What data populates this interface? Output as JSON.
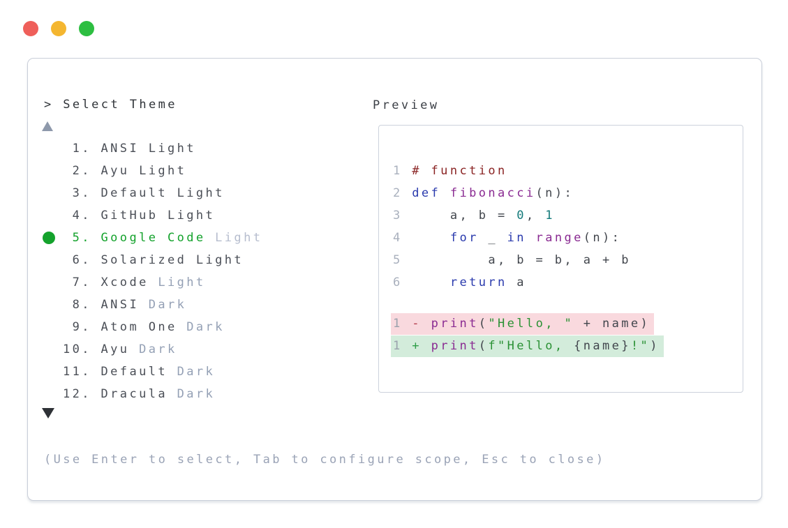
{
  "window": {
    "traffic_lights": [
      {
        "icon": "close-icon",
        "color": "#ef5f5a"
      },
      {
        "icon": "minimize-icon",
        "color": "#f4b630"
      },
      {
        "icon": "maximize-icon",
        "color": "#2dbe41"
      }
    ]
  },
  "theme_picker": {
    "prompt": "> Select Theme",
    "scroll_up_indicator": "▲",
    "scroll_down_indicator": "▼",
    "selected_index": 5,
    "items": [
      {
        "text": " 1. ANSI Light",
        "muted": "",
        "selected": false
      },
      {
        "text": " 2. Ayu Light",
        "muted": "",
        "selected": false
      },
      {
        "text": " 3. Default Light",
        "muted": "",
        "selected": false
      },
      {
        "text": " 4. GitHub Light",
        "muted": "",
        "selected": false
      },
      {
        "text": " 5. Google Code",
        "muted": " Light",
        "selected": true
      },
      {
        "text": " 6. Solarized Light",
        "muted": "",
        "selected": false
      },
      {
        "text": " 7. Xcode",
        "muted": " Light",
        "selected": false
      },
      {
        "text": " 8. ANSI",
        "muted": " Dark",
        "selected": false
      },
      {
        "text": " 9. Atom One",
        "muted": " Dark",
        "selected": false
      },
      {
        "text": "10. Ayu",
        "muted": " Dark",
        "selected": false
      },
      {
        "text": "11. Default",
        "muted": " Dark",
        "selected": false
      },
      {
        "text": "12. Dracula",
        "muted": " Dark",
        "selected": false
      }
    ],
    "help_text": "(Use Enter to select, Tab to configure scope, Esc to close)"
  },
  "preview": {
    "label": "Preview",
    "code_lines": [
      {
        "segments": [
          {
            "type": "num",
            "text": "1"
          },
          {
            "type": "pl",
            "text": " "
          },
          {
            "type": "cm",
            "text": "# function"
          }
        ]
      },
      {
        "segments": [
          {
            "type": "num",
            "text": "2"
          },
          {
            "type": "pl",
            "text": " "
          },
          {
            "type": "kw",
            "text": "def"
          },
          {
            "type": "pl",
            "text": " "
          },
          {
            "type": "fn",
            "text": "fibonacci"
          },
          {
            "type": "pl",
            "text": "(n):"
          }
        ]
      },
      {
        "segments": [
          {
            "type": "num",
            "text": "3"
          },
          {
            "type": "pl",
            "text": "     a, b = "
          },
          {
            "type": "lit",
            "text": "0"
          },
          {
            "type": "pl",
            "text": ", "
          },
          {
            "type": "lit",
            "text": "1"
          }
        ]
      },
      {
        "segments": [
          {
            "type": "num",
            "text": "4"
          },
          {
            "type": "pl",
            "text": "     "
          },
          {
            "type": "kw",
            "text": "for"
          },
          {
            "type": "pl",
            "text": " _ "
          },
          {
            "type": "kw",
            "text": "in"
          },
          {
            "type": "pl",
            "text": " "
          },
          {
            "type": "fn",
            "text": "range"
          },
          {
            "type": "pl",
            "text": "(n):"
          }
        ]
      },
      {
        "segments": [
          {
            "type": "num",
            "text": "5"
          },
          {
            "type": "pl",
            "text": "         a, b = b, a + b"
          }
        ]
      },
      {
        "segments": [
          {
            "type": "num",
            "text": "6"
          },
          {
            "type": "pl",
            "text": "     "
          },
          {
            "type": "kw",
            "text": "return"
          },
          {
            "type": "pl",
            "text": " a"
          }
        ]
      },
      {
        "gap": true,
        "segments": []
      },
      {
        "bg": "removed",
        "segments": [
          {
            "type": "dnum",
            "text": "1"
          },
          {
            "type": "pl",
            "text": " "
          },
          {
            "type": "minus",
            "text": "-"
          },
          {
            "type": "pl",
            "text": " "
          },
          {
            "type": "fn",
            "text": "print"
          },
          {
            "type": "pl",
            "text": "("
          },
          {
            "type": "str",
            "text": "\"Hello, \""
          },
          {
            "type": "pl",
            "text": " + name)"
          }
        ]
      },
      {
        "bg": "added",
        "segments": [
          {
            "type": "dnum",
            "text": "1"
          },
          {
            "type": "pl",
            "text": " "
          },
          {
            "type": "plus",
            "text": "+"
          },
          {
            "type": "pl",
            "text": " "
          },
          {
            "type": "fn",
            "text": "print"
          },
          {
            "type": "pl",
            "text": "("
          },
          {
            "type": "str",
            "text": "f\"Hello, "
          },
          {
            "type": "pl",
            "text": "{name}"
          },
          {
            "type": "str",
            "text": "!\""
          },
          {
            "type": "pl",
            "text": ")"
          }
        ]
      }
    ]
  },
  "colors": {
    "selection_green": "#14a22c",
    "muted_text": "#94a0b5",
    "faint_muted_text": "#b6bdce",
    "comment": "#8a2424",
    "keyword": "#2a3aad",
    "function_name": "#8a2b92",
    "number_literal": "#137a7a",
    "string": "#2a9134",
    "diff_removed_bg": "#f9d9de",
    "diff_added_bg": "#d3ecdb",
    "diff_minus": "#b43a4c",
    "diff_plus": "#2e9e48",
    "panel_border": "#c9ced9"
  }
}
